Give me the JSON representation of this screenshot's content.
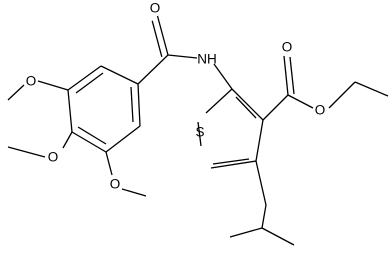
{
  "molecule": {
    "atoms": {
      "carbonyl_oxygen": "O",
      "amide_nitrogen": "NH",
      "ester_carbonyl_oxygen": "O",
      "ester_oxygen": "O",
      "thiophene_sulfur": "S",
      "methoxy_oxygen_top": "O",
      "methoxy_oxygen_middle": "O",
      "methoxy_oxygen_bottom": "O"
    }
  }
}
